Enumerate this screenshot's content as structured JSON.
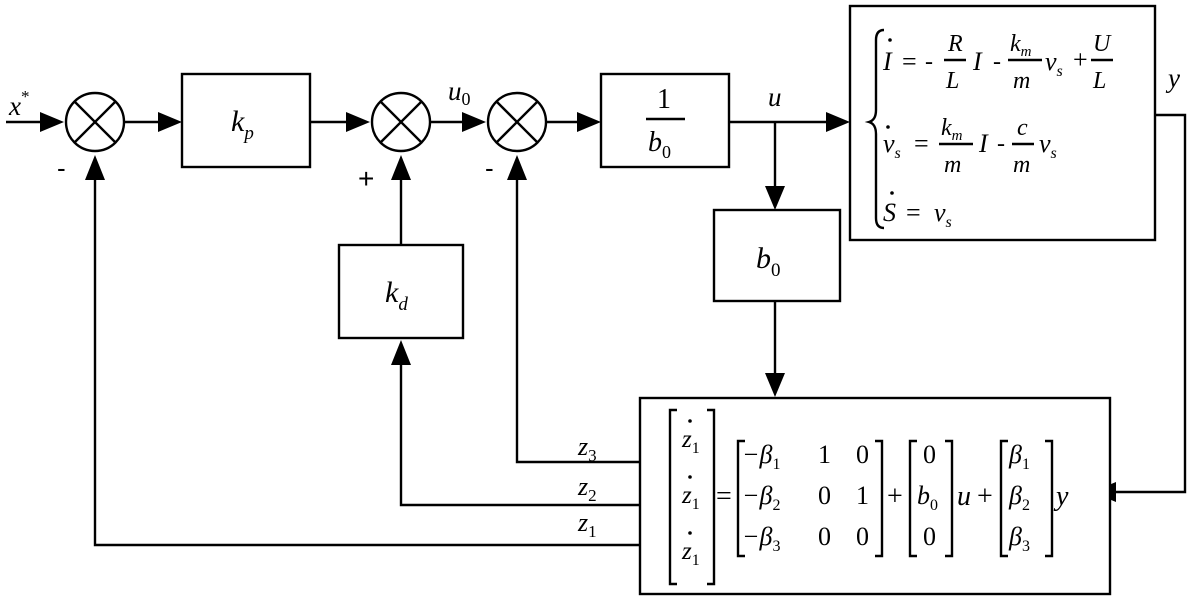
{
  "signals": {
    "input_var": "x",
    "input_sup": "*",
    "u0": "u",
    "u0_sub": "0",
    "u": "u",
    "y": "y",
    "z1": "z",
    "z1_sub": "1",
    "z2": "z",
    "z2_sub": "2",
    "z3": "z",
    "z3_sub": "3"
  },
  "signs": {
    "sum1_feedback": "-",
    "sum2_feedback": "+",
    "sum3_feedback": "-"
  },
  "blocks": {
    "kp": {
      "main": "k",
      "sub": "p"
    },
    "kd": {
      "main": "k",
      "sub": "d"
    },
    "inv_b0": {
      "num": "1",
      "den": "b",
      "den_sub": "0"
    },
    "b0": {
      "main": "b",
      "sub": "0"
    }
  },
  "plant": {
    "eq1": {
      "lhs": "I",
      "eq": "=",
      "m1": "-",
      "R": "R",
      "L": "L",
      "I": "I",
      "m2": "-",
      "km": "k",
      "km_sub": "m",
      "m": "m",
      "vs": "v",
      "vs_sub": "s",
      "plus": "+",
      "U": "U",
      "L2": "L"
    },
    "eq2": {
      "lhs": "v",
      "lhs_sub": "s",
      "eq": "=",
      "km": "k",
      "km_sub": "m",
      "m": "m",
      "I": "I",
      "minus": "-",
      "c": "c",
      "m2": "m",
      "vs": "v",
      "vs_sub": "s"
    },
    "eq3": {
      "lhs": "S",
      "eq": "=",
      "vs": "v",
      "vs_sub": "s"
    }
  },
  "observer": {
    "lhs": [
      {
        "var": "z",
        "sub": "1"
      },
      {
        "var": "z",
        "sub": "1"
      },
      {
        "var": "z",
        "sub": "1"
      }
    ],
    "eq": "=",
    "A": [
      [
        "−β",
        "1",
        "1",
        "0"
      ],
      [
        "−β",
        "2",
        "0",
        "1"
      ],
      [
        "−β",
        "3",
        "0",
        "0"
      ]
    ],
    "plus1": "+",
    "B": {
      "r1": "0",
      "r2": "b",
      "r2_sub": "0",
      "r3": "0"
    },
    "u": "u",
    "plus2": "+",
    "beta": [
      {
        "var": "β",
        "sub": "1"
      },
      {
        "var": "β",
        "sub": "2"
      },
      {
        "var": "β",
        "sub": "3"
      }
    ],
    "y": "y"
  }
}
